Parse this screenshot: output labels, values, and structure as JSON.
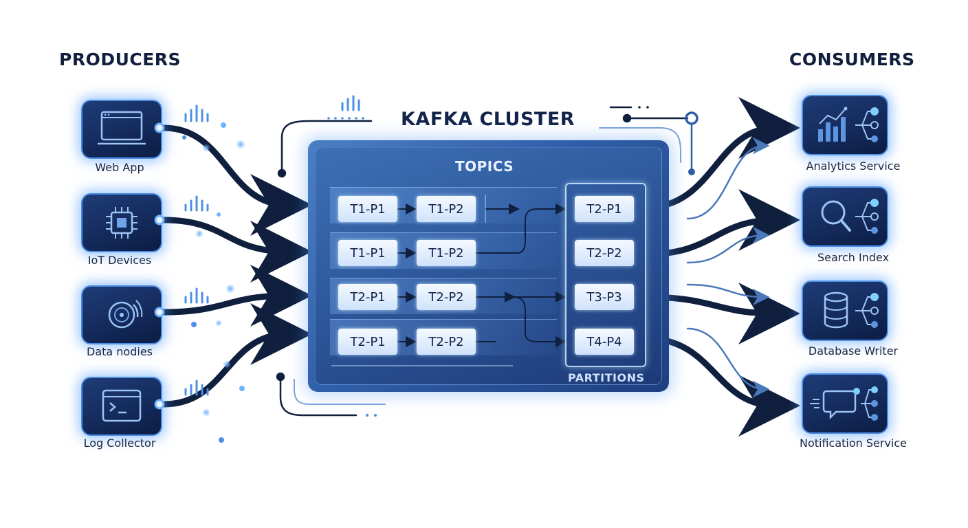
{
  "headings": {
    "producers": "PRODUCERS",
    "consumers": "CONSUMERS"
  },
  "cluster": {
    "title": "KAFKA CLUSTER",
    "topics_label": "TOPICS",
    "partitions_label": "PARTITIONS"
  },
  "producers": [
    {
      "label": "Web App",
      "icon": "browser-window-icon"
    },
    {
      "label": "IoT Devices",
      "icon": "chip-icon"
    },
    {
      "label": "Data nodies",
      "icon": "data-signal-icon"
    },
    {
      "label": "Log Collector",
      "icon": "terminal-icon"
    }
  ],
  "consumers": [
    {
      "label": "Analytics Service",
      "icon": "bar-chart-icon"
    },
    {
      "label": "Search Index",
      "icon": "magnifier-icon"
    },
    {
      "label": "Database Writer",
      "icon": "database-icon"
    },
    {
      "label": "Notification Service",
      "icon": "chat-bubble-icon"
    }
  ],
  "topic_rows": [
    [
      "T1-P1",
      "T1-P2"
    ],
    [
      "T1-P1",
      "T1-P2"
    ],
    [
      "T2-P1",
      "T2-P2"
    ],
    [
      "T2-P1",
      "T2-P2"
    ]
  ],
  "partitions": [
    "T2-P1",
    "T2-P2",
    "T3-P3",
    "T4-P4"
  ],
  "colors": {
    "navy": "#0f1f3d",
    "accent": "#4d8fe6",
    "glow": "#6fb3ff",
    "cluster": "#2f5ea8"
  }
}
